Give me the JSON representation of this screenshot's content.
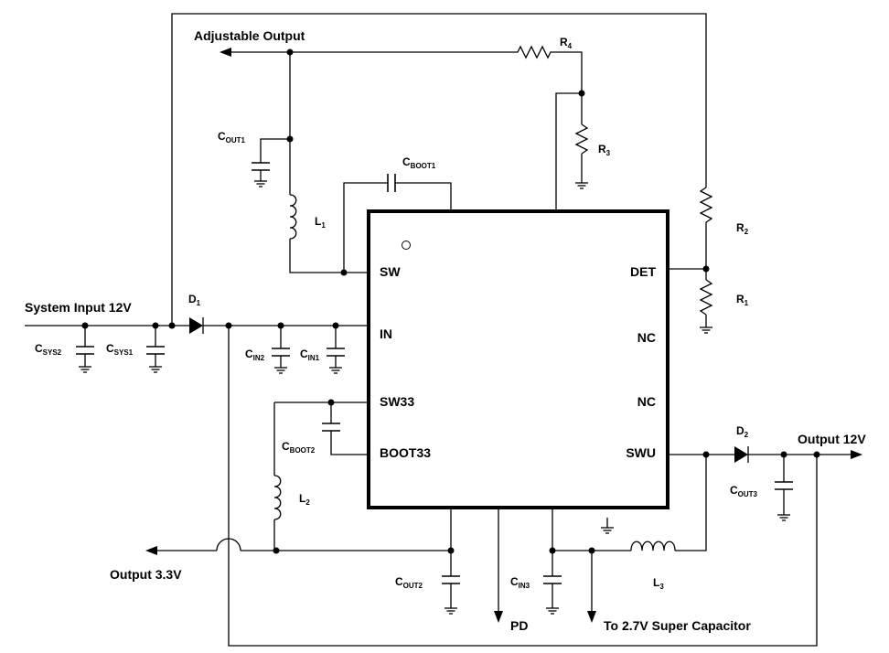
{
  "labels": {
    "adjustable_output": "Adjustable Output",
    "system_input": "System Input 12V",
    "output_3v3": "Output 3.3V",
    "output_12v": "Output 12V",
    "pd": "PD",
    "super_cap": "To 2.7V Super Capacitor"
  },
  "pins": {
    "sw": "SW",
    "in": "IN",
    "sw33": "SW33",
    "boot33": "BOOT33",
    "det": "DET",
    "nc1": "NC",
    "nc2": "NC",
    "swu": "SWU"
  },
  "refs": {
    "d1": {
      "main": "D",
      "sub": "1"
    },
    "d2": {
      "main": "D",
      "sub": "2"
    },
    "l1": {
      "main": "L",
      "sub": "1"
    },
    "l2": {
      "main": "L",
      "sub": "2"
    },
    "l3": {
      "main": "L",
      "sub": "3"
    },
    "r1": {
      "main": "R",
      "sub": "1"
    },
    "r2": {
      "main": "R",
      "sub": "2"
    },
    "r3": {
      "main": "R",
      "sub": "3"
    },
    "r4": {
      "main": "R",
      "sub": "4"
    },
    "cout1": {
      "main": "C",
      "sub": "OUT1"
    },
    "cout2": {
      "main": "C",
      "sub": "OUT2"
    },
    "cout3": {
      "main": "C",
      "sub": "OUT3"
    },
    "cboot1": {
      "main": "C",
      "sub": "BOOT1"
    },
    "cboot2": {
      "main": "C",
      "sub": "BOOT2"
    },
    "csys1": {
      "main": "C",
      "sub": "SYS1"
    },
    "csys2": {
      "main": "C",
      "sub": "SYS2"
    },
    "cin1": {
      "main": "C",
      "sub": "IN1"
    },
    "cin2": {
      "main": "C",
      "sub": "IN2"
    },
    "cin3": {
      "main": "C",
      "sub": "IN3"
    }
  }
}
